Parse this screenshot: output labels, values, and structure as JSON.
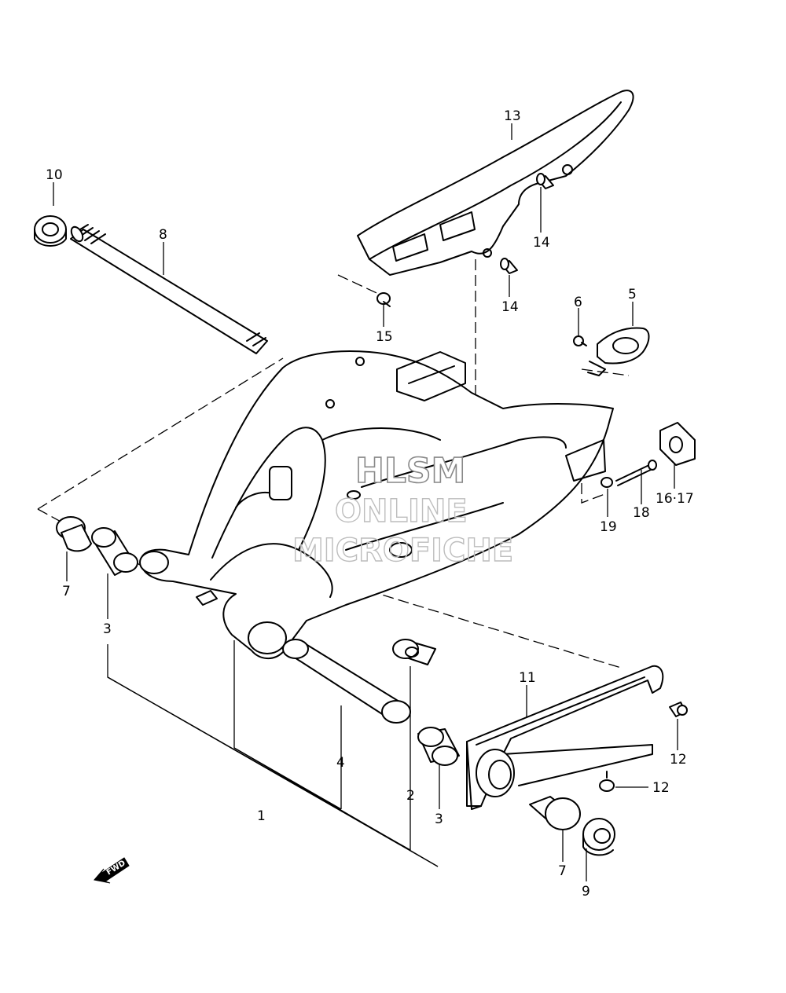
{
  "callouts": {
    "c1": "1",
    "c2": "2",
    "c3a": "3",
    "c3b": "3",
    "c4": "4",
    "c5": "5",
    "c6": "6",
    "c7a": "7",
    "c7b": "7",
    "c8": "8",
    "c9": "9",
    "c10": "10",
    "c11": "11",
    "c12a": "12",
    "c12b": "12",
    "c13": "13",
    "c14a": "14",
    "c14b": "14",
    "c15": "15",
    "c16": "16·17",
    "c18": "18",
    "c19": "19"
  },
  "watermark": {
    "line1": "HLSM",
    "line2": "ONLINE",
    "line3": "MICROFICHE"
  },
  "direction_badge": "FWD"
}
